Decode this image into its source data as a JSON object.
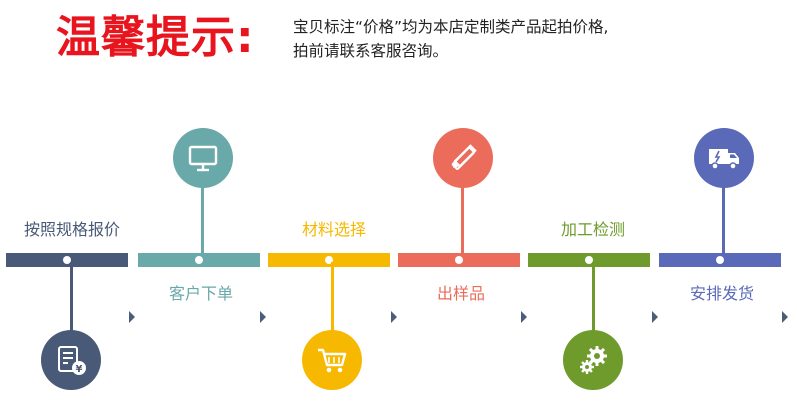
{
  "header": {
    "title": "温馨提示:",
    "notice_line1": "宝贝标注“价格”均为本店定制类产品起拍价格,",
    "notice_line2": "拍前请联系客服咨询。"
  },
  "colors": {
    "title": "#e8141e",
    "step1": "#485a78",
    "step2": "#6aa9a9",
    "step3": "#f6b800",
    "step4": "#ec6c5c",
    "step5": "#6e9b2c",
    "step6": "#5a6ab8"
  },
  "steps": [
    {
      "label": "按照规格报价",
      "icon": "price-sheet-icon"
    },
    {
      "label": "客户下单",
      "icon": "monitor-icon"
    },
    {
      "label": "材料选择",
      "icon": "shopping-cart-icon"
    },
    {
      "label": "出样品",
      "icon": "ruler-pencil-icon"
    },
    {
      "label": "加工检测",
      "icon": "gears-icon"
    },
    {
      "label": "安排发货",
      "icon": "delivery-truck-icon"
    }
  ]
}
